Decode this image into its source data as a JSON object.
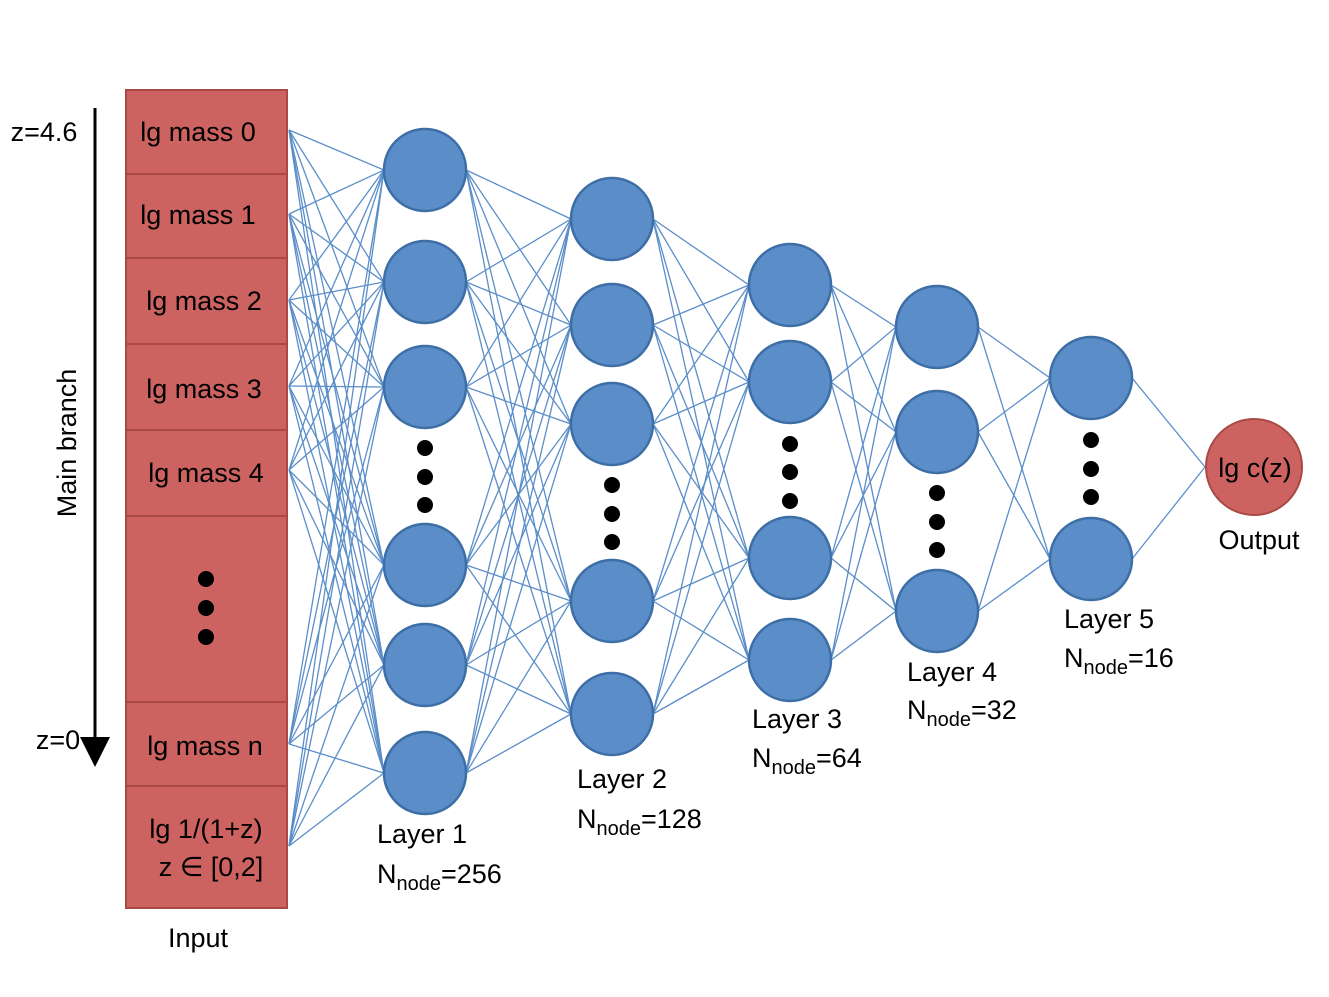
{
  "axis": {
    "top_label": "z=4.6",
    "bottom_label": "z=0",
    "branch_label": "Main branch"
  },
  "input": {
    "boxes": [
      {
        "text": "lg mass 0"
      },
      {
        "text": "lg mass 1"
      },
      {
        "text": "lg mass 2"
      },
      {
        "text": "lg mass 3"
      },
      {
        "text": "lg mass 4"
      },
      {
        "text": ""
      },
      {
        "text": "lg mass n"
      },
      {
        "text": "lg 1/(1+z)",
        "text2": "z ∈ [0,2]"
      }
    ],
    "caption": "Input"
  },
  "layers": [
    {
      "name": "Layer 1",
      "n_prefix": "N",
      "n_sub": "node",
      "n_value": "=256"
    },
    {
      "name": "Layer 2",
      "n_prefix": "N",
      "n_sub": "node",
      "n_value": "=128"
    },
    {
      "name": "Layer 3",
      "n_prefix": "N",
      "n_sub": "node",
      "n_value": "=64"
    },
    {
      "name": "Layer 4",
      "n_prefix": "N",
      "n_sub": "node",
      "n_value": "=32"
    },
    {
      "name": "Layer 5",
      "n_prefix": "N",
      "n_sub": "node",
      "n_value": "=16"
    }
  ],
  "output": {
    "node_text": "lg c(z)",
    "caption": "Output"
  },
  "colors": {
    "input_box": "#cd6360",
    "input_border": "#a94845",
    "node_fill": "#5b8ec9",
    "node_stroke": "#3d6ea6",
    "edge": "#5b8ec9",
    "output_fill": "#cd6360",
    "output_stroke": "#a94845"
  }
}
